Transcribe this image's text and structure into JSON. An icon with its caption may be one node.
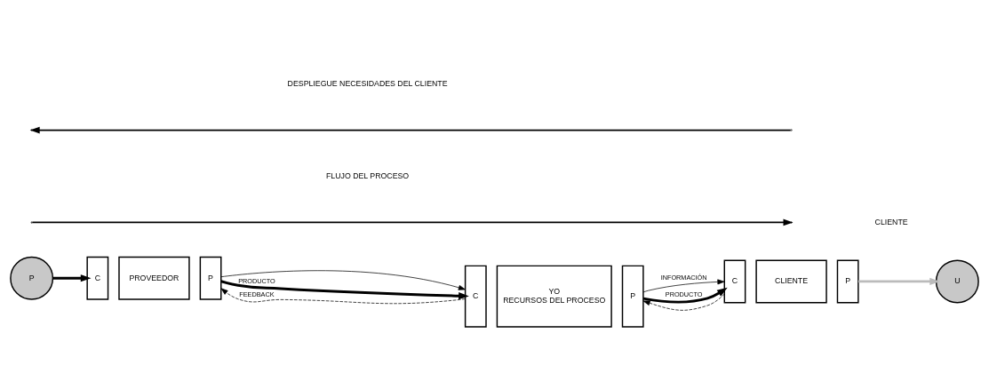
{
  "diagram": {
    "nodes": [
      {
        "text": [
          "P"
        ]
      },
      {
        "text": [
          "C"
        ]
      },
      {
        "text": [
          "PROVEEDOR"
        ]
      },
      {
        "text": [
          "P"
        ]
      },
      {
        "text": [
          "C"
        ]
      },
      {
        "text": [
          "YO",
          "RECURSOS DEL PROCESO"
        ]
      },
      {
        "text": [
          "P"
        ]
      },
      {
        "text": [
          "C"
        ]
      },
      {
        "text": [
          "CLIENTE"
        ]
      },
      {
        "text": [
          "P"
        ]
      },
      {
        "text": [
          "U"
        ]
      }
    ],
    "edges": [
      {
        "from": 0,
        "to": 1,
        "arrow": "to",
        "style": "thick"
      },
      {
        "from": 3,
        "to": 4,
        "arrow": "to"
      },
      {
        "from": 3,
        "to": 4,
        "label": "PRODUCTO",
        "arrow": "to",
        "style": "thick"
      },
      {
        "from": 4,
        "to": 3,
        "label": "FEEDBACK",
        "arrow": "to",
        "style": "dashed"
      },
      {
        "from": 6,
        "to": 7,
        "label": "INFORMACIÓN",
        "arrow": "to"
      },
      {
        "from": 6,
        "to": 7,
        "label": "PRODUCTO",
        "arrow": "to",
        "style": "thick"
      },
      {
        "from": 7,
        "to": 6,
        "arrow": "to",
        "style": "dashed"
      },
      {
        "from": 9,
        "to": 10,
        "arrow": "to",
        "style": "thick",
        "color": "#bbbbbb"
      }
    ],
    "labels": [
      "FLUJO DEL PROCESO",
      "CLIENTE",
      "DESPLIEGUE NECESIDADES DEL CLIENTE"
    ]
  }
}
